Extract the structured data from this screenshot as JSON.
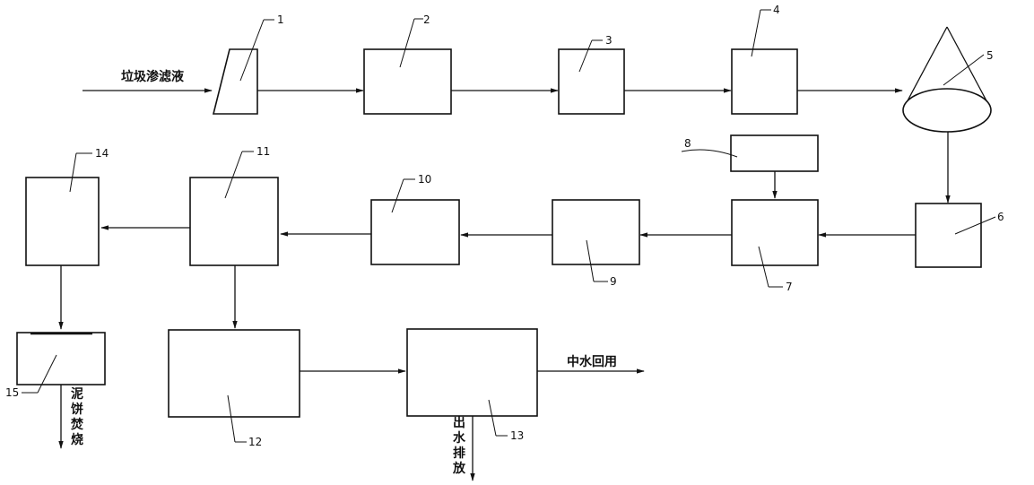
{
  "labels": {
    "input": "垃圾渗滤液",
    "reuse": "中水回用",
    "discharge": [
      "出",
      "水",
      "排",
      "放"
    ],
    "cake": [
      "泥",
      "饼",
      "焚",
      "烧"
    ]
  },
  "units": {
    "u1": "1",
    "u2": "2",
    "u3": "3",
    "u4": "4",
    "u5": "5",
    "u6": "6",
    "u7": "7",
    "u8": "8",
    "u9": "9",
    "u10": "10",
    "u11": "11",
    "u12": "12",
    "u13": "13",
    "u14": "14",
    "u15": "15"
  }
}
